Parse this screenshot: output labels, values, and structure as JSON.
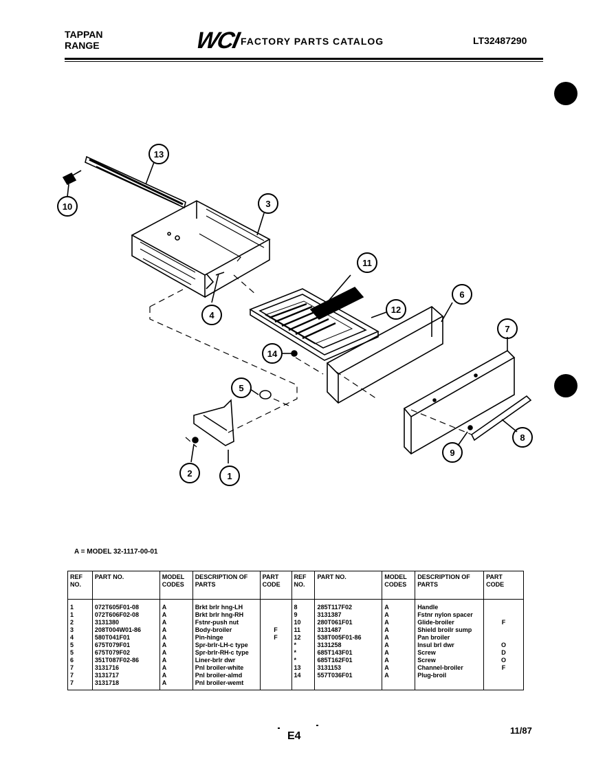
{
  "header": {
    "brand_line1": "TAPPAN",
    "brand_line2": "RANGE",
    "logo": "WCI",
    "title": "FACTORY PARTS CATALOG",
    "catalog_code": "LT32487290"
  },
  "callouts": [
    "13",
    "3",
    "10",
    "11",
    "12",
    "6",
    "7",
    "4",
    "14",
    "5",
    "2",
    "1",
    "9",
    "8"
  ],
  "model_line": "A = MODEL 32-1117-00-01",
  "table": {
    "headers": {
      "ref_no": "REF NO.",
      "part_no": "PART NO.",
      "model_codes": "MODEL CODES",
      "description": "DESCRIPTION OF PARTS",
      "part_code": "PART CODE"
    },
    "left_rows": [
      {
        "ref": "1",
        "part": "072T605F01-08",
        "model": "A",
        "desc": "Brkt brlr hng-LH",
        "code": ""
      },
      {
        "ref": "1",
        "part": "072T606F02-08",
        "model": "A",
        "desc": "Brkt brlr hng-RH",
        "code": ""
      },
      {
        "ref": "2",
        "part": "3131380",
        "model": "A",
        "desc": "Fstnr-push nut",
        "code": ""
      },
      {
        "ref": "3",
        "part": "208T004W01-86",
        "model": "A",
        "desc": "Body-broiler",
        "code": "F"
      },
      {
        "ref": "4",
        "part": "580T041F01",
        "model": "A",
        "desc": "Pin-hinge",
        "code": "F"
      },
      {
        "ref": "5",
        "part": "675T079F01",
        "model": "A",
        "desc": "Spr-brlr-LH-c type",
        "code": ""
      },
      {
        "ref": "5",
        "part": "675T079F02",
        "model": "A",
        "desc": "Spr-brlr-RH-c type",
        "code": ""
      },
      {
        "ref": "6",
        "part": "351T087F02-86",
        "model": "A",
        "desc": "Liner-brlr dwr",
        "code": ""
      },
      {
        "ref": "7",
        "part": "3131716",
        "model": "A",
        "desc": "Pnl broiler-white",
        "code": ""
      },
      {
        "ref": "7",
        "part": "3131717",
        "model": "A",
        "desc": "Pnl broiler-almd",
        "code": ""
      },
      {
        "ref": "7",
        "part": "3131718",
        "model": "A",
        "desc": "Pnl broiler-wemt",
        "code": ""
      }
    ],
    "right_rows": [
      {
        "ref": "8",
        "part": "285T117F02",
        "model": "A",
        "desc": "Handle",
        "code": ""
      },
      {
        "ref": "9",
        "part": "3131387",
        "model": "A",
        "desc": "Fstnr nylon spacer",
        "code": ""
      },
      {
        "ref": "10",
        "part": "280T061F01",
        "model": "A",
        "desc": "Glide-broiler",
        "code": "F"
      },
      {
        "ref": "11",
        "part": "3131487",
        "model": "A",
        "desc": "Shield broilr sump",
        "code": ""
      },
      {
        "ref": "12",
        "part": "538T005F01-86",
        "model": "A",
        "desc": "Pan broiler",
        "code": ""
      },
      {
        "ref": "*",
        "part": "3131258",
        "model": "A",
        "desc": "Insul brl dwr",
        "code": "O"
      },
      {
        "ref": "*",
        "part": "685T143F01",
        "model": "A",
        "desc": "Screw",
        "code": "D"
      },
      {
        "ref": "*",
        "part": "685T162F01",
        "model": "A",
        "desc": "Screw",
        "code": "O"
      },
      {
        "ref": "13",
        "part": "3131153",
        "model": "A",
        "desc": "Channel-broiler",
        "code": "F"
      },
      {
        "ref": "14",
        "part": "557T036F01",
        "model": "A",
        "desc": "Plug-broil",
        "code": ""
      }
    ]
  },
  "footer": {
    "page_label": "E4",
    "date": "11/87"
  }
}
